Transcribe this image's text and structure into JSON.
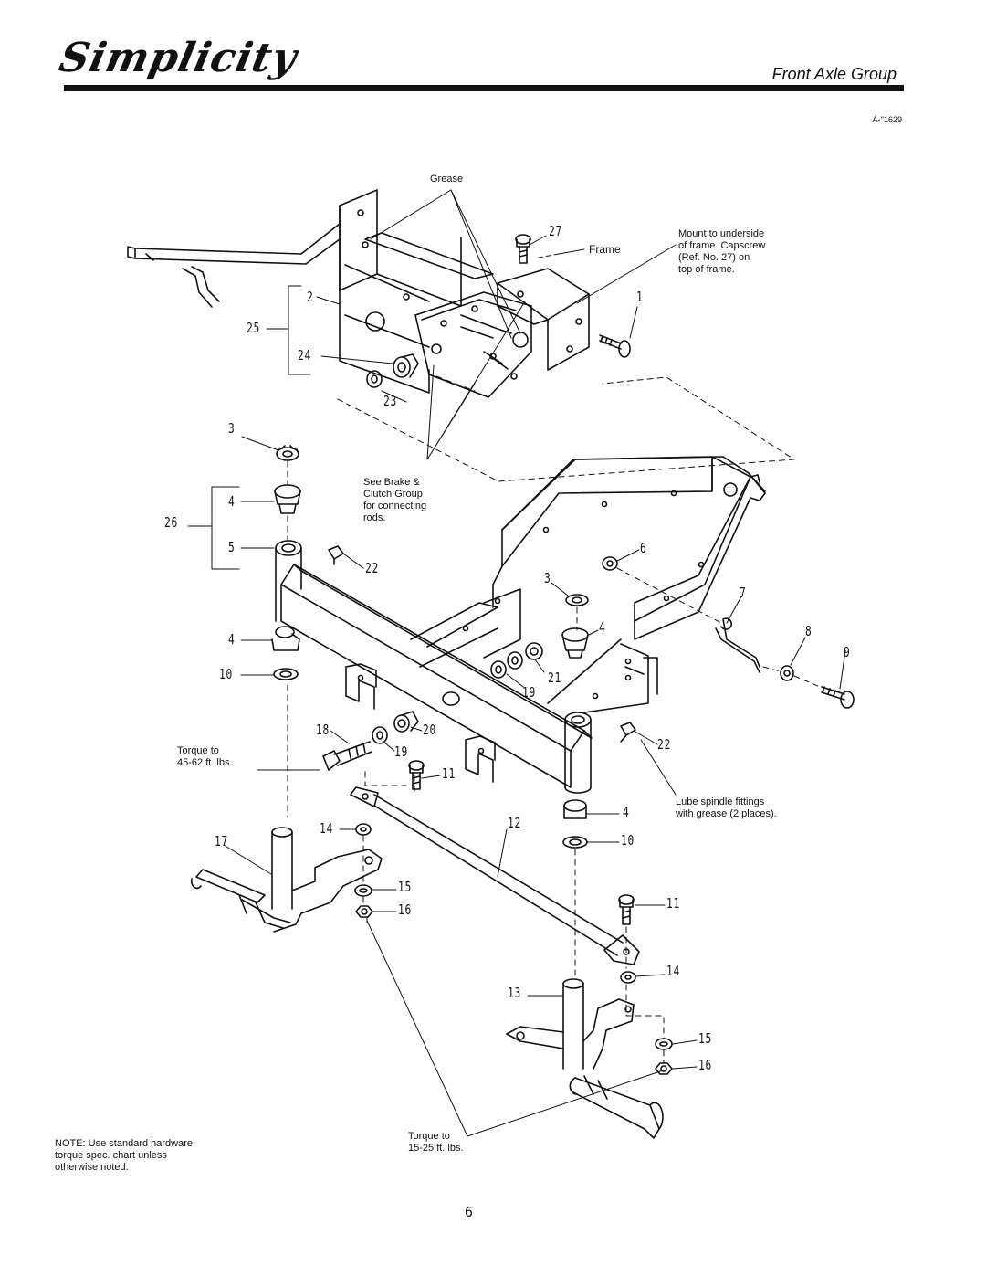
{
  "header": {
    "logo_text": "Simplicity",
    "section_title": "Front Axle Group",
    "figure_id": "A-''1629"
  },
  "notes": {
    "grease": "Grease",
    "frame": "Frame",
    "mount": [
      "Mount to underside",
      "of frame. Capscrew",
      "(Ref. No. 27) on",
      "top of frame."
    ],
    "see_brake": [
      "See Brake &",
      "Clutch Group",
      "for connecting",
      "rods."
    ],
    "torque_upper": [
      "Torque to",
      "45-62 ft. lbs."
    ],
    "lube": [
      "Lube spindle fittings",
      "with grease (2 places)."
    ],
    "torque_lower": [
      "Torque to",
      "15-25 ft. lbs."
    ],
    "footnote": [
      "NOTE: Use standard hardware",
      "torque spec. chart unless",
      "otherwise noted."
    ]
  },
  "callouts": [
    {
      "id": "c27",
      "label": "27"
    },
    {
      "id": "c1",
      "label": "1"
    },
    {
      "id": "c2",
      "label": "2"
    },
    {
      "id": "c25",
      "label": "25"
    },
    {
      "id": "c24",
      "label": "24"
    },
    {
      "id": "c23",
      "label": "23"
    },
    {
      "id": "c3a",
      "label": "3"
    },
    {
      "id": "c4a",
      "label": "4"
    },
    {
      "id": "c26",
      "label": "26"
    },
    {
      "id": "c5",
      "label": "5"
    },
    {
      "id": "c22a",
      "label": "22"
    },
    {
      "id": "c6",
      "label": "6"
    },
    {
      "id": "c3b",
      "label": "3"
    },
    {
      "id": "c7",
      "label": "7"
    },
    {
      "id": "c4b",
      "label": "4"
    },
    {
      "id": "c8",
      "label": "8"
    },
    {
      "id": "c9",
      "label": "9"
    },
    {
      "id": "c4c",
      "label": "4"
    },
    {
      "id": "c10a",
      "label": "10"
    },
    {
      "id": "c21",
      "label": "21"
    },
    {
      "id": "c19a",
      "label": "19"
    },
    {
      "id": "c18",
      "label": "18"
    },
    {
      "id": "c20",
      "label": "20"
    },
    {
      "id": "c19b",
      "label": "19"
    },
    {
      "id": "c22b",
      "label": "22"
    },
    {
      "id": "c11a",
      "label": "11"
    },
    {
      "id": "c4d",
      "label": "4"
    },
    {
      "id": "c10b",
      "label": "10"
    },
    {
      "id": "c14a",
      "label": "14"
    },
    {
      "id": "c12",
      "label": "12"
    },
    {
      "id": "c17",
      "label": "17"
    },
    {
      "id": "c15a",
      "label": "15"
    },
    {
      "id": "c16a",
      "label": "16"
    },
    {
      "id": "c11b",
      "label": "11"
    },
    {
      "id": "c14b",
      "label": "14"
    },
    {
      "id": "c13",
      "label": "13"
    },
    {
      "id": "c15b",
      "label": "15"
    },
    {
      "id": "c16b",
      "label": "16"
    }
  ],
  "page_number": "6"
}
